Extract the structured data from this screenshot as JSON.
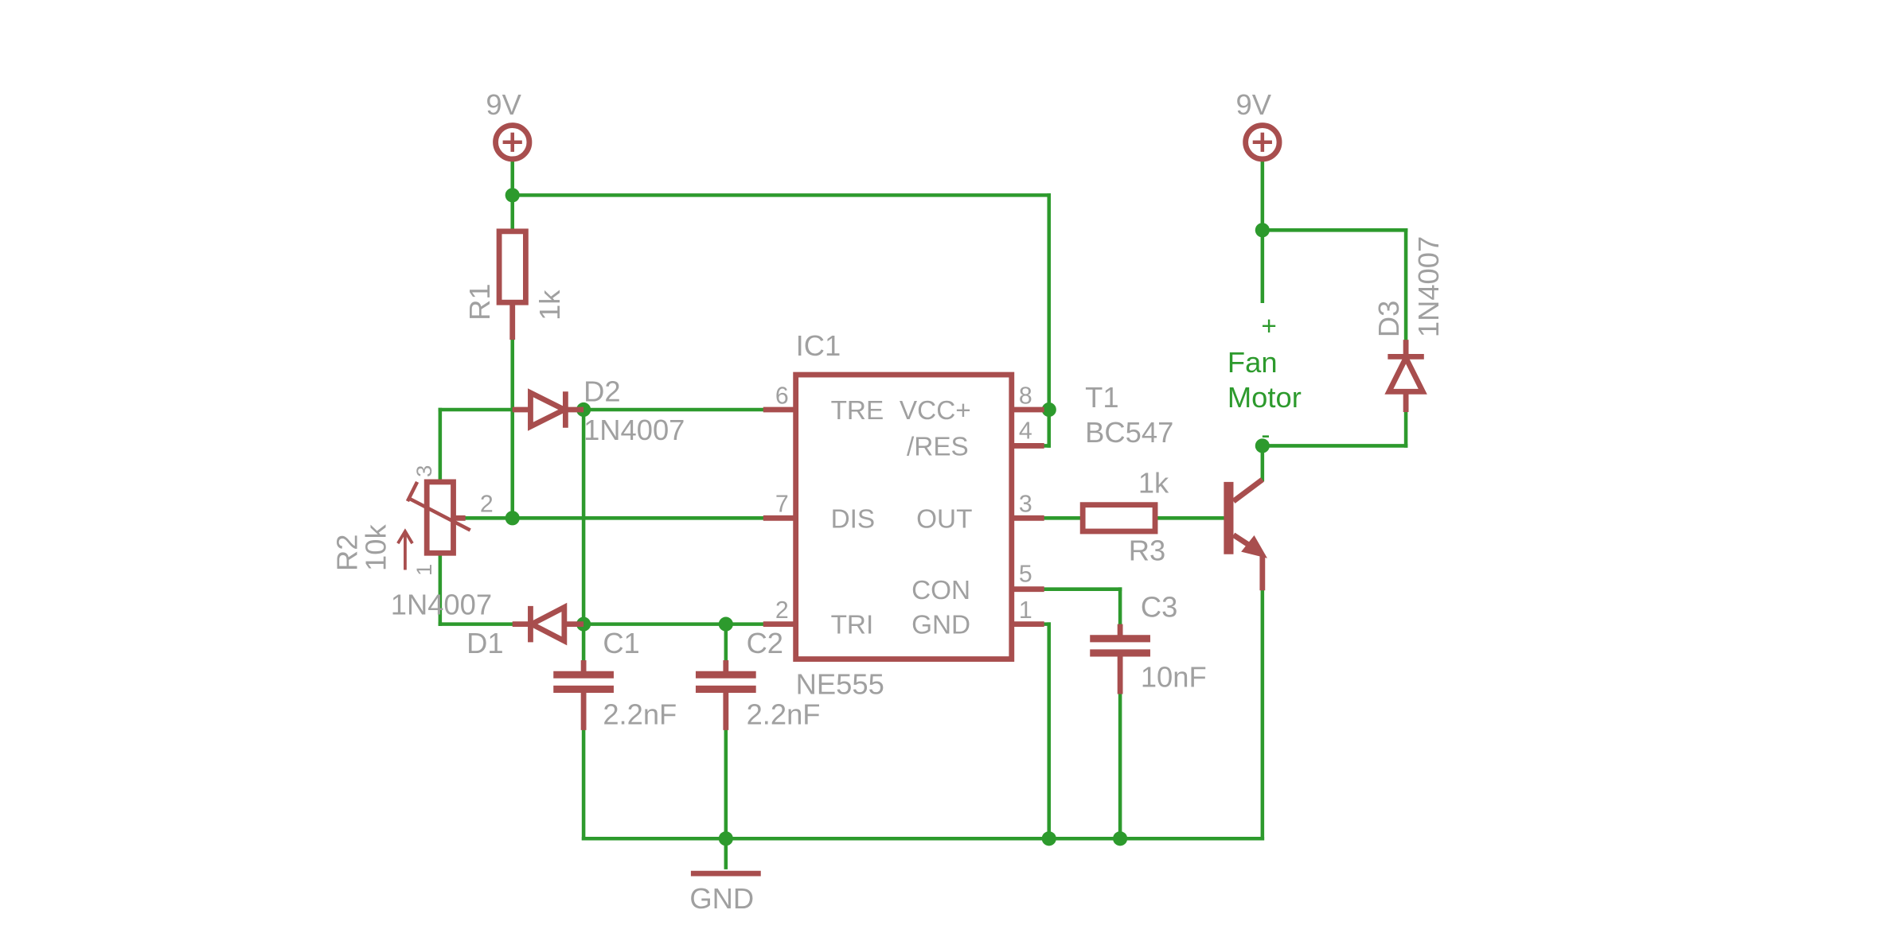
{
  "supply_left": {
    "label": "9V"
  },
  "supply_right": {
    "label": "9V"
  },
  "ground": {
    "label": "GND"
  },
  "ic1": {
    "name": "IC1",
    "value": "NE555",
    "pins": {
      "tre": {
        "number": "6",
        "label": "TRE"
      },
      "dis": {
        "number": "7",
        "label": "DIS"
      },
      "tri": {
        "number": "2",
        "label": "TRI"
      },
      "vcc": {
        "number": "8",
        "label": "VCC+"
      },
      "res": {
        "number": "4",
        "label": "/RES"
      },
      "out": {
        "number": "3",
        "label": "OUT"
      },
      "con": {
        "number": "5",
        "label": "CON"
      },
      "gnd": {
        "number": "1",
        "label": "GND"
      }
    }
  },
  "r1": {
    "name": "R1",
    "value": "1k"
  },
  "r2": {
    "name": "R2",
    "value": "10k",
    "pin3": "3",
    "pin2": "2",
    "pin1": "1"
  },
  "r3": {
    "name": "R3",
    "value": "1k"
  },
  "d1": {
    "name": "D1",
    "value": "1N4007"
  },
  "d2": {
    "name": "D2",
    "value": "1N4007"
  },
  "d3": {
    "name": "D3",
    "value": "1N4007"
  },
  "c1": {
    "name": "C1",
    "value": "2.2nF"
  },
  "c2": {
    "name": "C2",
    "value": "2.2nF"
  },
  "c3": {
    "name": "C3",
    "value": "10nF"
  },
  "t1": {
    "name": "T1",
    "value": "BC547"
  },
  "motor": {
    "plus": "+",
    "line1": "Fan",
    "line2": "Motor",
    "minus": "-"
  }
}
